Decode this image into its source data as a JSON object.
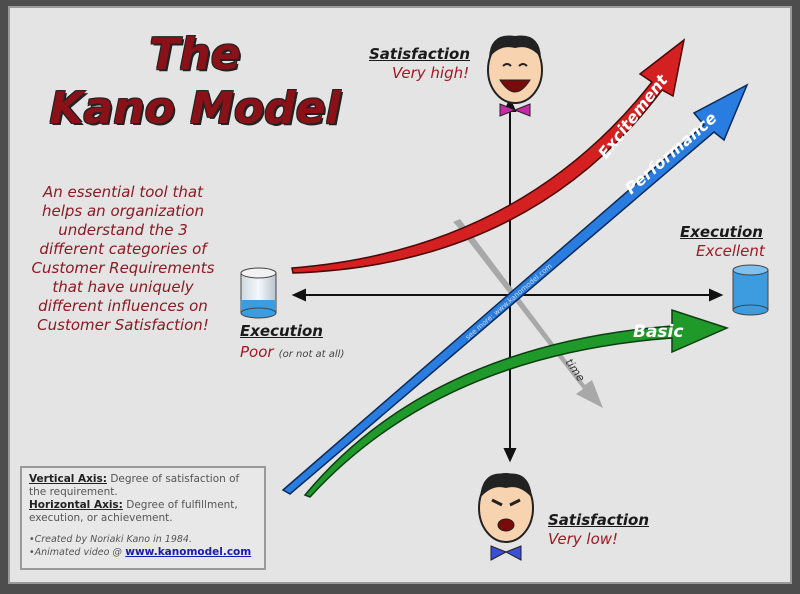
{
  "title": {
    "line1": "The",
    "line2": "Kano Model"
  },
  "description": "An essential tool that helps an organization understand the 3 different categories of Customer Requirements that have uniquely different influences on Customer Satisfaction!",
  "axes": {
    "top": {
      "label": "Satisfaction",
      "value": "Very high!"
    },
    "bottom": {
      "label": "Satisfaction",
      "value": "Very low!"
    },
    "right": {
      "label": "Execution",
      "value": "Excellent"
    },
    "left": {
      "label": "Execution",
      "value": "Poor",
      "note": "(or not at all)"
    }
  },
  "curves": {
    "excitement": {
      "label": "Excitement",
      "color": "#d42020"
    },
    "performance": {
      "label": "Performance",
      "color": "#2a7de0",
      "watermark": "see more: www.kanomodel.com"
    },
    "basic": {
      "label": "Basic",
      "color": "#1f9a2a"
    },
    "time": {
      "label": "time",
      "color": "#a8a8a8"
    }
  },
  "legend": {
    "vertical_label": "Vertical Axis:",
    "vertical_text": "Degree of satisfaction of the requirement.",
    "horizontal_label": "Horizontal Axis:",
    "horizontal_text": "Degree of fulfillment, execution, or achievement.",
    "credit": "•Created by Noriaki Kano in 1984.",
    "video_prefix": "•Animated video @",
    "video_link": "www.kanomodel.com"
  },
  "colors": {
    "title": "#8b1118",
    "accent_text": "#a01822",
    "background": "#e4e4e4"
  }
}
